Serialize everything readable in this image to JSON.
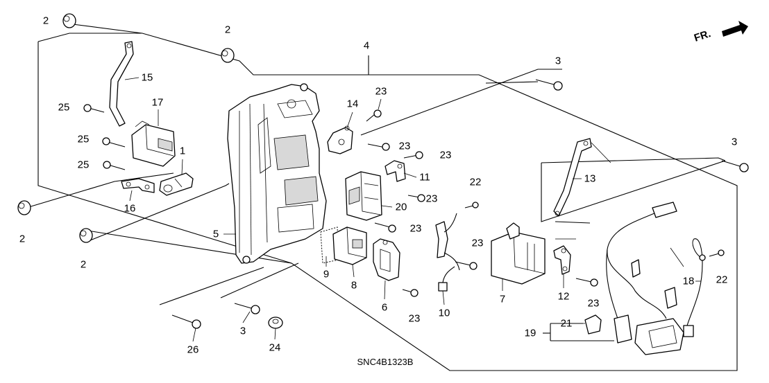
{
  "direction_indicator": {
    "text": "FR.",
    "color": "#000000"
  },
  "diagram_code": "SNC4B1323B",
  "callouts": [
    {
      "id": "c-2a",
      "text": "2"
    },
    {
      "id": "c-2b",
      "text": "2"
    },
    {
      "id": "c-2c",
      "text": "2"
    },
    {
      "id": "c-2d",
      "text": "2"
    },
    {
      "id": "c-4",
      "text": "4"
    },
    {
      "id": "c-3a",
      "text": "3"
    },
    {
      "id": "c-3b",
      "text": "3"
    },
    {
      "id": "c-3c",
      "text": "3"
    },
    {
      "id": "c-15",
      "text": "15"
    },
    {
      "id": "c-17",
      "text": "17"
    },
    {
      "id": "c-25a",
      "text": "25"
    },
    {
      "id": "c-25b",
      "text": "25"
    },
    {
      "id": "c-25c",
      "text": "25"
    },
    {
      "id": "c-1",
      "text": "1"
    },
    {
      "id": "c-16",
      "text": "16"
    },
    {
      "id": "c-5",
      "text": "5"
    },
    {
      "id": "c-14",
      "text": "14"
    },
    {
      "id": "c-23a",
      "text": "23"
    },
    {
      "id": "c-23b",
      "text": "23"
    },
    {
      "id": "c-23c",
      "text": "23"
    },
    {
      "id": "c-23d",
      "text": "23"
    },
    {
      "id": "c-23e",
      "text": "23"
    },
    {
      "id": "c-23f",
      "text": "23"
    },
    {
      "id": "c-23g",
      "text": "23"
    },
    {
      "id": "c-23h",
      "text": "23"
    },
    {
      "id": "c-11",
      "text": "11"
    },
    {
      "id": "c-20",
      "text": "20"
    },
    {
      "id": "c-22a",
      "text": "22"
    },
    {
      "id": "c-22b",
      "text": "22"
    },
    {
      "id": "c-9",
      "text": "9"
    },
    {
      "id": "c-8",
      "text": "8"
    },
    {
      "id": "c-6",
      "text": "6"
    },
    {
      "id": "c-10",
      "text": "10"
    },
    {
      "id": "c-7",
      "text": "7"
    },
    {
      "id": "c-12",
      "text": "12"
    },
    {
      "id": "c-13",
      "text": "13"
    },
    {
      "id": "c-18",
      "text": "18"
    },
    {
      "id": "c-19",
      "text": "19"
    },
    {
      "id": "c-21",
      "text": "21"
    },
    {
      "id": "c-24",
      "text": "24"
    },
    {
      "id": "c-26",
      "text": "26"
    }
  ]
}
